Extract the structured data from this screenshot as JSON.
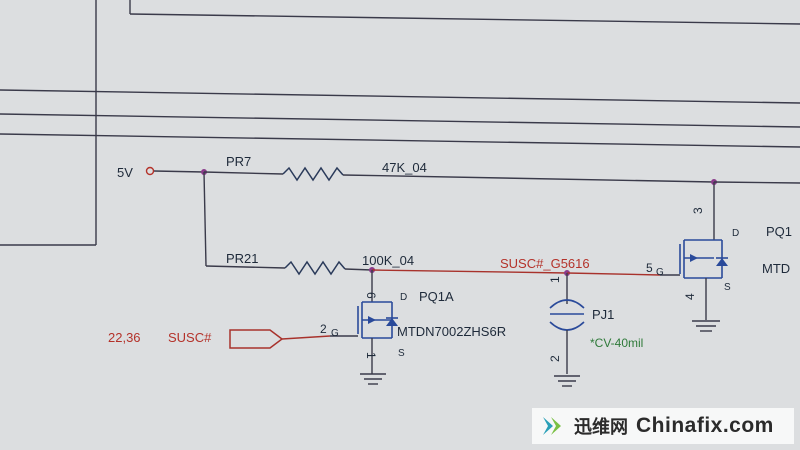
{
  "schematic": {
    "net_5v": "5V",
    "pr7_ref": "PR7",
    "pr7_value": "47K_04",
    "pr21_ref": "PR21",
    "pr21_value": "100K_04",
    "net_susc_g": "SUSC#_G5616",
    "port_pages": "22,36",
    "port_name": "SUSC#",
    "pq1a_ref": "PQ1A",
    "pq1a_part": "MTDN7002ZHS6R",
    "pq1a_pin_d": "6",
    "pq1a_pin_s": "1",
    "pq1a_pin_g": "2",
    "pj1_ref": "PJ1",
    "pj1_value": "*CV-40mil",
    "pj1_pin_top": "1",
    "pj1_pin_bottom": "2",
    "pq1b_ref": "PQ1",
    "pq1b_part": "MTD",
    "pq1b_pin_d": "3",
    "pq1b_pin_s": "4",
    "pq1b_pin_g": "5",
    "letter_d": "D",
    "letter_s": "S",
    "letter_g": "G"
  },
  "watermark": {
    "cn": "迅维网",
    "en": "Chinafix.com"
  },
  "colors": {
    "background": "#dcdee0",
    "net_red": "#b4322a",
    "value_green": "#2f7a3a",
    "mosfet_blue": "#2a4a9a",
    "junction": "#8a3a8a"
  }
}
